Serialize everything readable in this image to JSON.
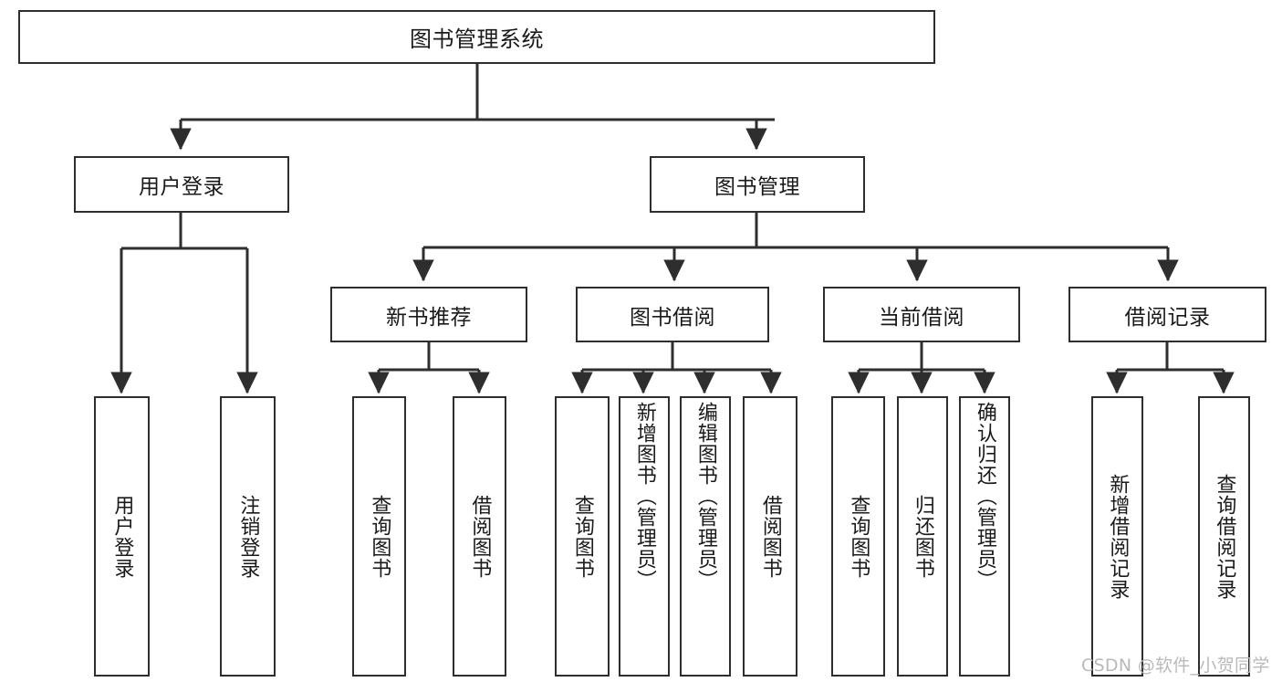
{
  "diagram": {
    "type": "tree",
    "title": "图书管理系统",
    "root": {
      "label": "图书管理系统"
    },
    "level1": [
      {
        "label": "用户登录"
      },
      {
        "label": "图书管理"
      }
    ],
    "level2": [
      {
        "label": "新书推荐"
      },
      {
        "label": "图书借阅"
      },
      {
        "label": "当前借阅"
      },
      {
        "label": "借阅记录"
      }
    ],
    "leaves": {
      "user_login": [
        {
          "label": "用户登录"
        },
        {
          "label": "注销登录"
        }
      ],
      "new_book_recommend": [
        {
          "label": "查询图书"
        },
        {
          "label": "借阅图书"
        }
      ],
      "book_borrow": [
        {
          "label": "查询图书"
        },
        {
          "label": "新增图书（管理员）"
        },
        {
          "label": "编辑图书（管理员）"
        },
        {
          "label": "借阅图书"
        }
      ],
      "current_borrow": [
        {
          "label": "查询图书"
        },
        {
          "label": "归还图书"
        },
        {
          "label": "确认归还（管理员）"
        }
      ],
      "borrow_record": [
        {
          "label": "新增借阅记录"
        },
        {
          "label": "查询借阅记录"
        }
      ]
    }
  },
  "watermark": {
    "text": "CSDN @软件_小贺同学"
  },
  "colors": {
    "stroke": "#2e2e2e",
    "background": "#ffffff",
    "text": "#1a1a1a",
    "watermark": "#b9b9b9"
  }
}
